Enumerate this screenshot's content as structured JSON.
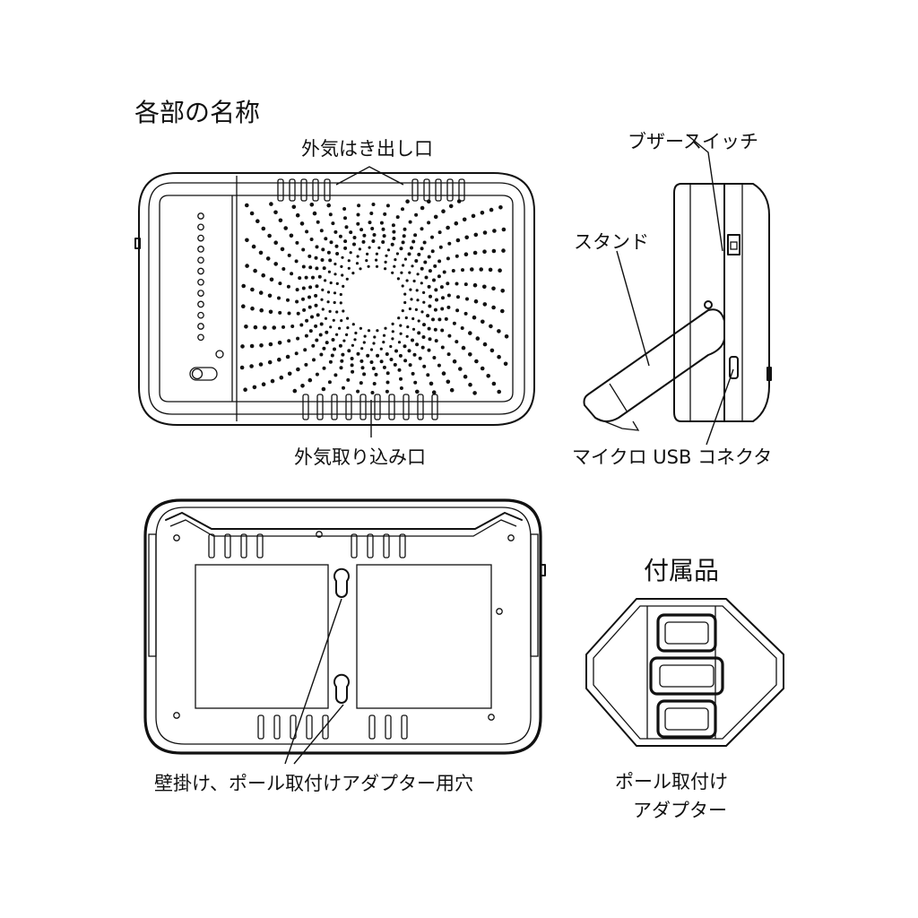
{
  "page": {
    "title": "各部の名称",
    "accessories_title": "付属品"
  },
  "labels": {
    "exhaust_vent": "外気はき出し口",
    "intake_vent": "外気取り込み口",
    "buzzer_switch": "ブザースイッチ",
    "stand": "スタンド",
    "micro_usb": "マイクロ USB コネクタ",
    "mount_holes": "壁掛け、ポール取付けアダプター用穴",
    "pole_adapter_line1": "ポール取付け",
    "pole_adapter_line2": "アダプター"
  },
  "colors": {
    "ink": "#111111",
    "paper": "#ffffff"
  },
  "icons": {
    "front_view": "device-front-icon",
    "side_view": "device-side-icon",
    "back_view": "device-back-icon",
    "adapter": "pole-adapter-icon"
  },
  "front_panel": {
    "indicator_lights": 12,
    "slide_switch": true
  }
}
